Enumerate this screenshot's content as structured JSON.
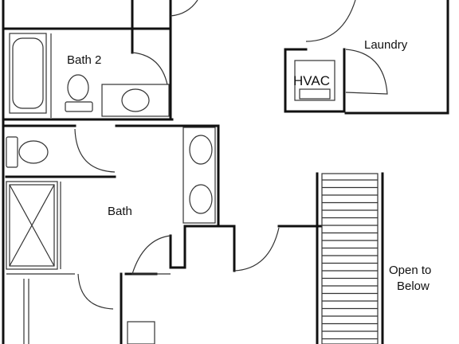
{
  "rooms": {
    "laundry": "Laundry",
    "bath2": "Bath 2",
    "hvac": "HVAC",
    "bath": "Bath",
    "open_line1": "Open to",
    "open_line2": "Below"
  },
  "colors": {
    "wall": "#111111",
    "fixture": "#333333",
    "background": "#ffffff"
  }
}
